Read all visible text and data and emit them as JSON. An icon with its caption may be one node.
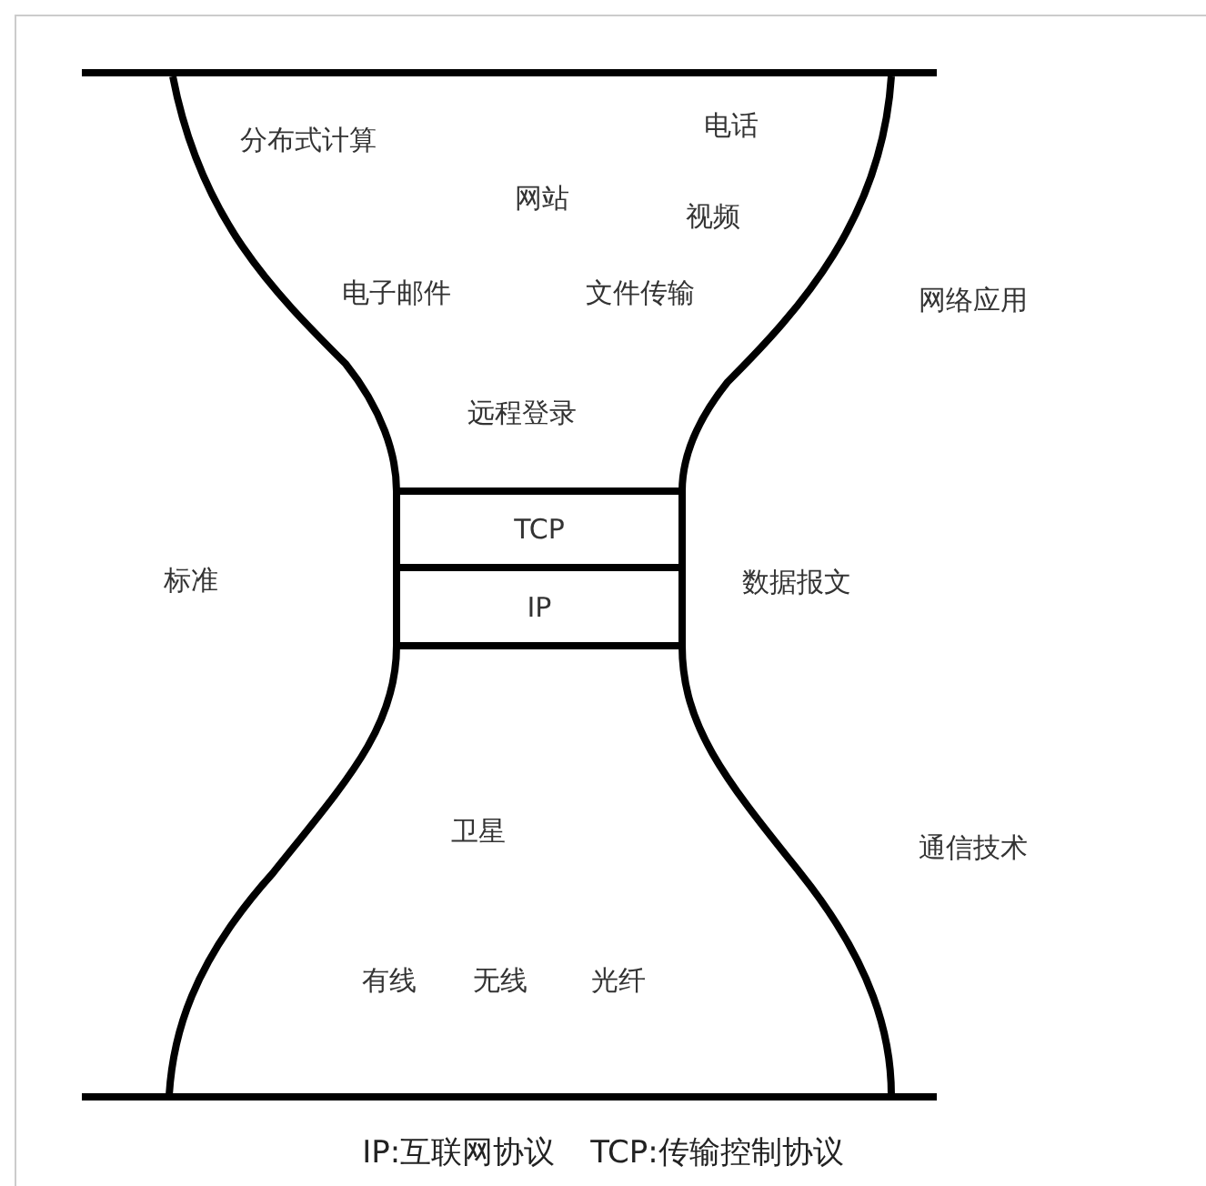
{
  "diagram": {
    "caption": "IP:互联网协议 TCP:传输控制协议",
    "nodes": [
      {
        "text": [
          "TCP"
        ]
      },
      {
        "text": [
          "IP"
        ]
      }
    ],
    "labels": [
      "分布式计算",
      "电话",
      "网站",
      "视频",
      "电子邮件",
      "文件传输",
      "网络应用",
      "远程登录",
      "标准",
      "数据报文",
      "卫星",
      "通信技术",
      "有线",
      "无线",
      "光纤"
    ]
  }
}
